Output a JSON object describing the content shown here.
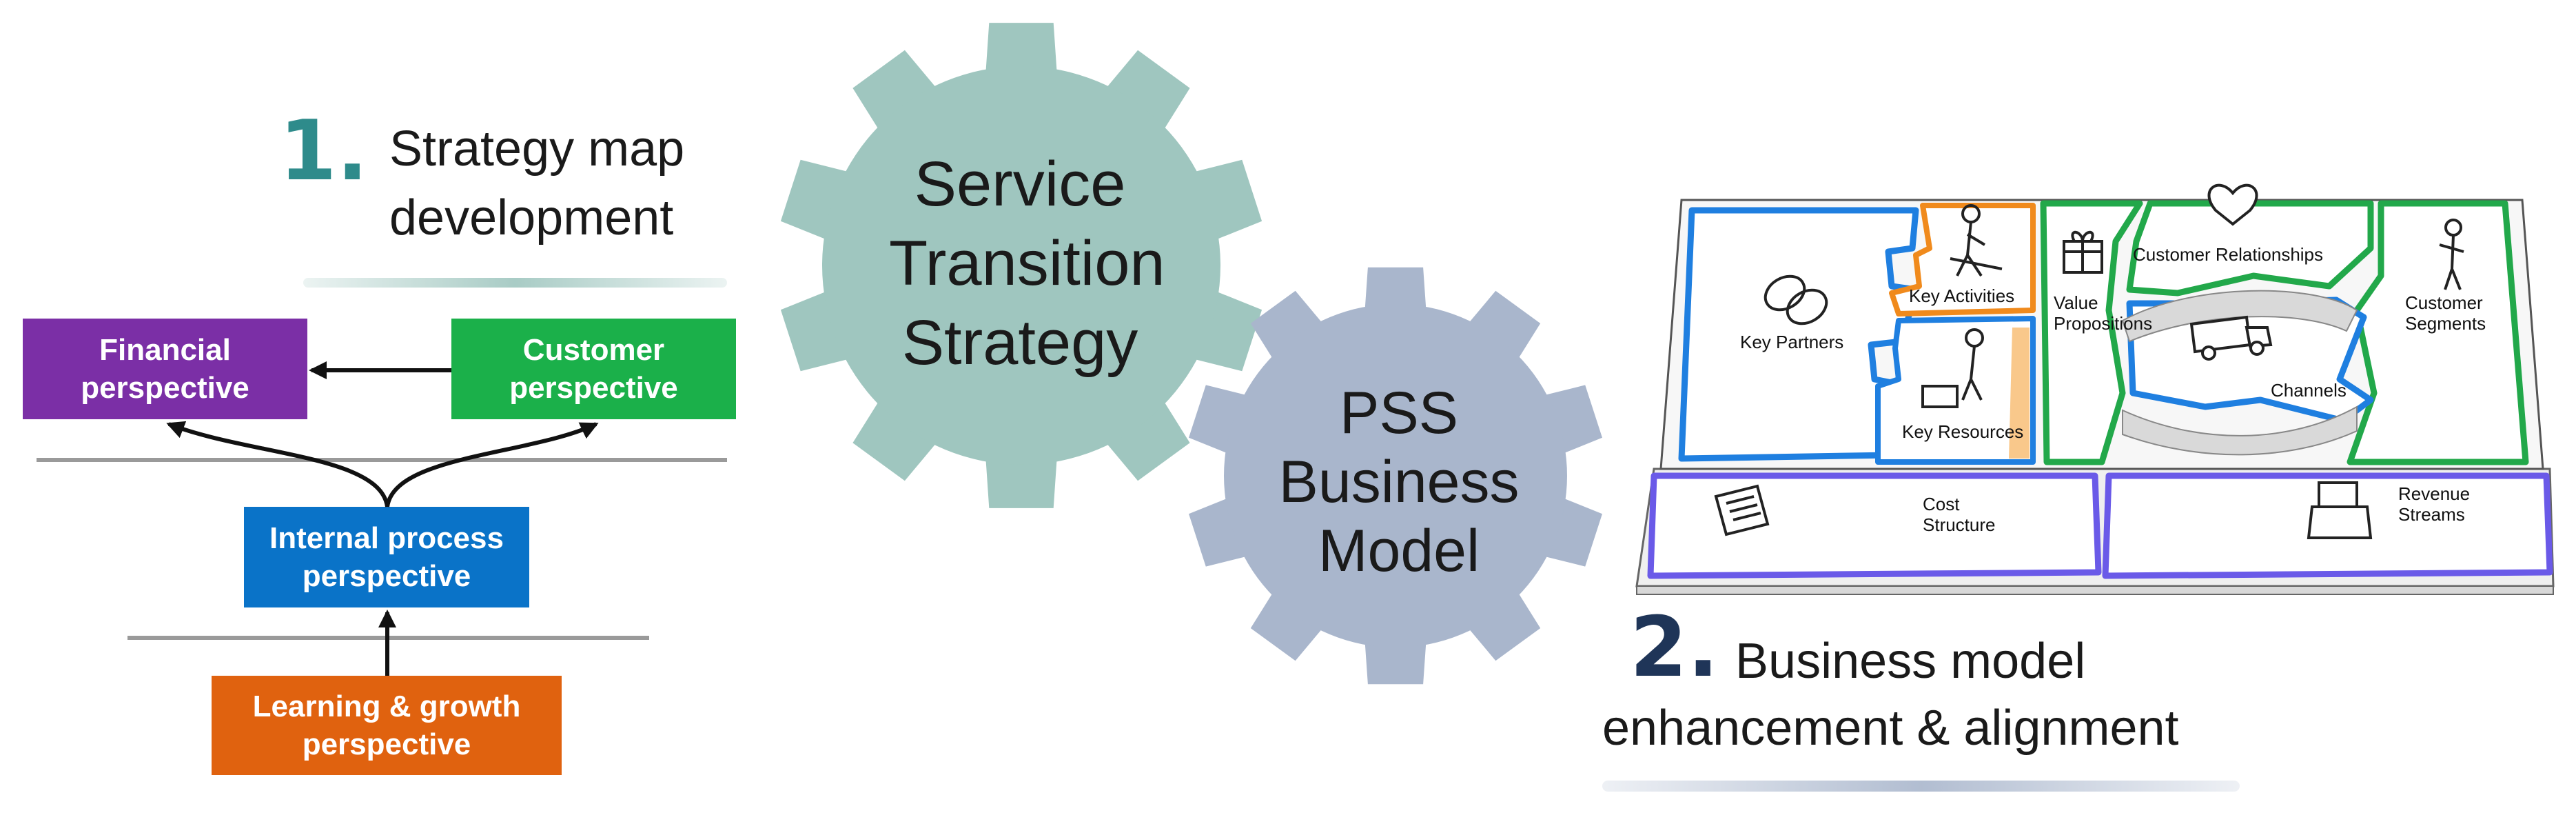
{
  "step1": {
    "number": "1.",
    "title_line1": "Strategy map",
    "title_line2": "development"
  },
  "step2": {
    "number": "2.",
    "title_line1": "Business model",
    "title_line2": "enhancement & alignment"
  },
  "gear_big": {
    "line1": "Service",
    "line2": "Transition",
    "line3": "Strategy"
  },
  "gear_small": {
    "line1": "PSS",
    "line2": "Business",
    "line3": "Model"
  },
  "strategy_map": {
    "financial": {
      "line1": "Financial",
      "line2": "perspective"
    },
    "customer": {
      "line1": "Customer",
      "line2": "perspective"
    },
    "internal": {
      "line1": "Internal process",
      "line2": "perspective"
    },
    "learning": {
      "line1": "Learning & growth",
      "line2": "perspective"
    }
  },
  "canvas": {
    "key_partners": "Key Partners",
    "key_activities": "Key Activities",
    "key_resources": "Key Resources",
    "value_propositions_1": "Value",
    "value_propositions_2": "Propositions",
    "customer_relationships": "Customer Relationships",
    "customer_segments_1": "Customer",
    "customer_segments_2": "Segments",
    "channels": "Channels",
    "cost_structure_1": "Cost",
    "cost_structure_2": "Structure",
    "revenue_streams_1": "Revenue",
    "revenue_streams_2": "Streams"
  },
  "colors": {
    "teal_number": "#2e8b8b",
    "navy_number": "#1f3558",
    "gear_big": "#9fc6bf",
    "gear_small": "#a9b6cc",
    "financial": "#7b2fa6",
    "customer": "#1bb04a",
    "internal": "#0a73c8",
    "learning": "#e0620f",
    "canvas_blue": "#1f7fe0",
    "canvas_green": "#22a84a",
    "canvas_orange": "#f08a1c",
    "canvas_purple": "#6a5ae8"
  }
}
